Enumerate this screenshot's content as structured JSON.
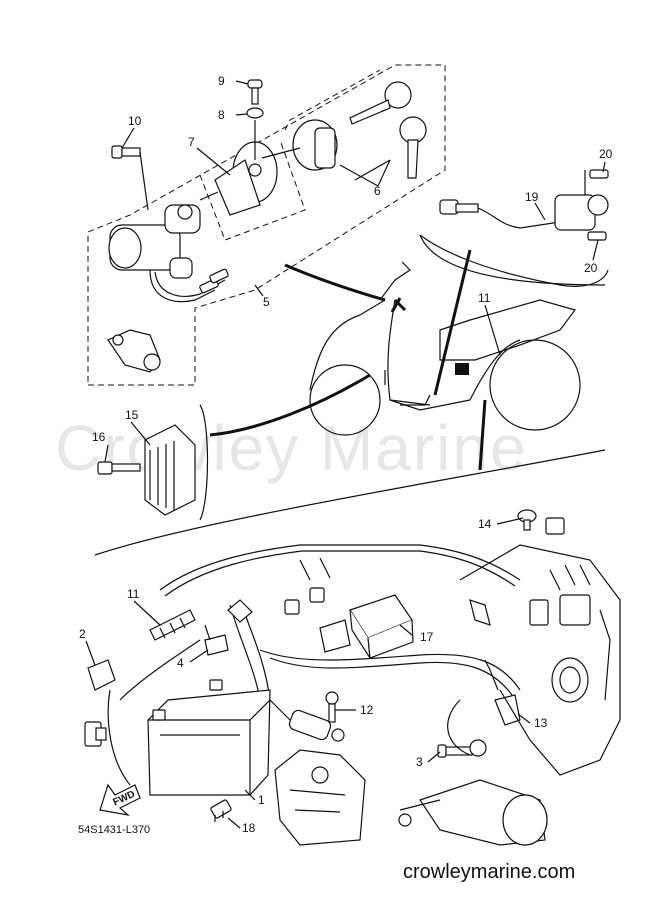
{
  "watermark": "Crowley Marine",
  "drawing_code": "54S1431-L370",
  "website": "crowleymarine.com",
  "fwd_label": "FWD",
  "callouts": {
    "c1": "1",
    "c2": "2",
    "c3": "3",
    "c4": "4",
    "c5": "5",
    "c6": "6",
    "c7": "7",
    "c8": "8",
    "c9": "9",
    "c10": "10",
    "c11a": "11",
    "c11b": "11",
    "c12": "12",
    "c13": "13",
    "c14": "14",
    "c15": "15",
    "c16": "16",
    "c17": "17",
    "c18": "18",
    "c19": "19",
    "c20a": "20",
    "c20b": "20"
  }
}
